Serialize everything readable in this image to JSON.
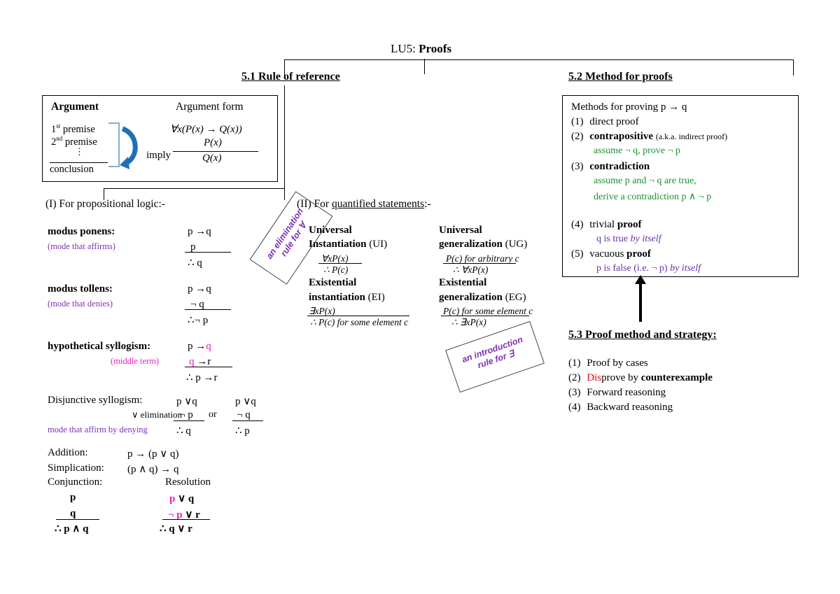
{
  "root": {
    "prefix": "LU5:",
    "title": "Proofs"
  },
  "sections": {
    "s51": "5.1 Rule of reference",
    "s52": "5.2 Method for proofs",
    "s53": "5.3 Proof method and strategy:"
  },
  "argument_box": {
    "col1_title": "Argument",
    "col2_title": "Argument form",
    "premise1": "1st premise",
    "premise1_num": "1",
    "premise1_sup": "st",
    "premise1_word": "premise",
    "premise2_num": "2",
    "premise2_sup": "nd",
    "premise2_word": "premise",
    "dots": "⋮",
    "conclusion": "conclusion",
    "imply": "imply",
    "form_line1": "∀x(P(x) → Q(x))",
    "form_line2": "P(x)",
    "form_line3": "Q(x)"
  },
  "prop_logic": {
    "heading_num": "(I)",
    "heading": "For propositional logic:-",
    "rules": [
      {
        "name": "modus ponens:",
        "sub": "(mode that affirms)",
        "sub_color": "#7D2FB5",
        "premise1": "p →q",
        "premise2": "p",
        "conclusion": "∴ q"
      },
      {
        "name": "modus tollens:",
        "sub": "(mode that denies)",
        "sub_color": "#7D2FB5",
        "premise1": "p →q",
        "premise2": "¬ q",
        "conclusion": "∴¬ p"
      },
      {
        "name": "hypothetical syllogism:",
        "sub": "(middle term)",
        "sub_color": "#F01AC0",
        "premise1_a": "p →",
        "premise1_b": "q",
        "premise2_a": "q",
        "premise2_b": " →r",
        "conclusion": "∴ p →r"
      }
    ],
    "disjunctive": {
      "name": "Disjunctive syllogism:",
      "sub1": "∨ elimination",
      "sub2": "mode that affirm by denying",
      "left_p1": "p ∨q",
      "left_p2": "¬ p",
      "left_c": "∴  q",
      "or": "or",
      "right_p1": "p ∨q",
      "right_p2": "¬ q",
      "right_c": "∴  p"
    },
    "simple": [
      {
        "name": "Addition:",
        "formula": "p → (p ∨ q)"
      },
      {
        "name": "Simplication:",
        "formula": "(p ∧ q) → q"
      }
    ],
    "conjunction": {
      "name": "Conjunction:",
      "p1": "p",
      "p2": "q",
      "c": "∴ p ∧ q"
    },
    "resolution": {
      "name": "Resolution",
      "p1_a": "p",
      "p1_b": " ∨ q",
      "p2_a": "¬ p",
      "p2_b": " ∨ r",
      "c": "∴  q ∨ r"
    }
  },
  "quantified": {
    "heading_num": "(II)",
    "heading_pre": "For ",
    "heading_ul": "quantified statements",
    "heading_post": ":-",
    "items": [
      {
        "title_line1": "Universal",
        "title_line2": "Instantiation",
        "abbr": "(UI)",
        "premise": "∀xP(x)",
        "conclusion": "∴ P(c)"
      },
      {
        "title_line1": "Existential",
        "title_line2": "instantiation",
        "abbr": "(EI)",
        "premise": "∃xP(x)",
        "conclusion": "∴ P(c) for some element c"
      },
      {
        "title_line1": "Universal",
        "title_line2": "generalization",
        "abbr": "(UG)",
        "premise": "P(c) for arbitrary c",
        "conclusion": "∴ ∀xP(x)"
      },
      {
        "title_line1": "Existential",
        "title_line2": "generalization",
        "abbr": "(EG)",
        "premise": "P(c) for some element c",
        "conclusion": "∴ ∃xP(x)"
      }
    ],
    "callout1_line1": "an elimination",
    "callout1_line2": "rule for ∀",
    "callout2_line1": "an introduction",
    "callout2_line2": "rule for ∃"
  },
  "methods_box": {
    "intro": "Methods for proving p → q",
    "items": [
      {
        "num": "(1)",
        "label": "direct proof",
        "bold": "",
        "tail": "",
        "detail": ""
      },
      {
        "num": "(2)",
        "label": "",
        "bold": "contrapositive",
        "tail": "(a.k.a. indirect proof)",
        "detail": "assume ¬ q,  prove ¬ p",
        "detail_color": "#1A8F33"
      },
      {
        "num": "(3)",
        "label": "",
        "bold": "contradiction",
        "tail": "",
        "detail": "assume p and ¬ q are true,",
        "detail2": "derive a contradiction p ∧ ¬ p",
        "detail_color": "#1A8F33"
      },
      {
        "num": "(4)",
        "label_a": "trivial ",
        "bold": "proof",
        "detail_a": "q is true ",
        "detail_ital": "by itself",
        "detail_color": "#6B2FA8"
      },
      {
        "num": "(5)",
        "label_a": "vacuous ",
        "bold": "proof",
        "detail_a": "p is false (i.e. ¬ p) ",
        "detail_ital": "by itself",
        "detail_color": "#6B2FA8"
      }
    ]
  },
  "strategy": {
    "items": [
      {
        "num": "(1)",
        "text": "Proof by cases"
      },
      {
        "num": "(2)",
        "red": "Dis",
        "text": "prove by ",
        "bold": "counterexample"
      },
      {
        "num": "(3)",
        "text": "Forward reasoning"
      },
      {
        "num": "(4)",
        "text": "Backward reasoning"
      }
    ]
  }
}
